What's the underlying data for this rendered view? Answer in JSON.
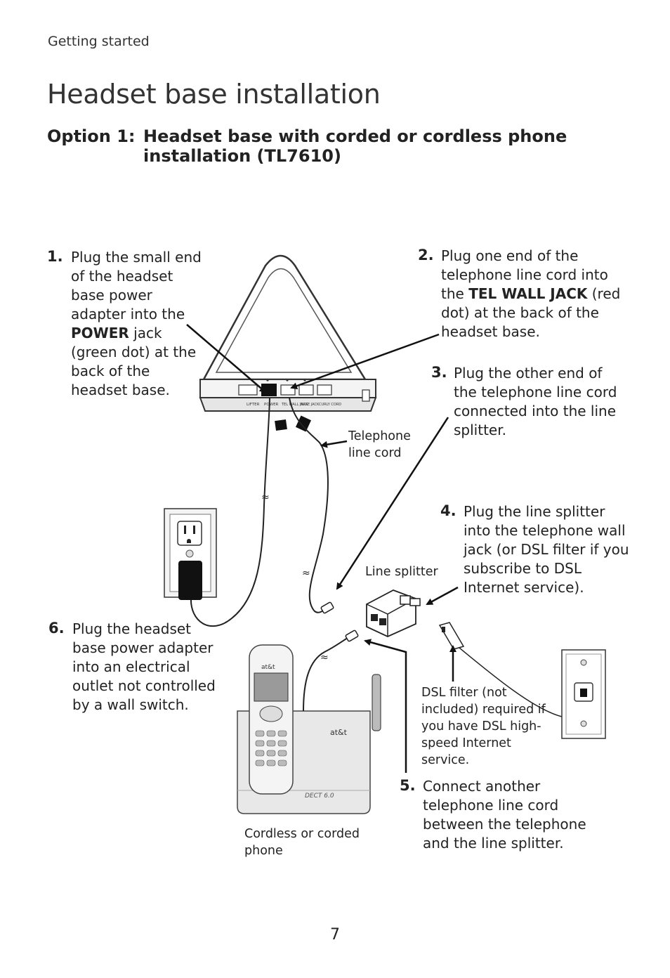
{
  "header": {
    "section": "Getting started"
  },
  "page": {
    "title": "Headset base installation",
    "option_label": "Option 1:",
    "option_text": "Headset base with corded or cordless phone installation (TL7610)",
    "number": "7"
  },
  "steps": [
    {
      "num": "1.",
      "pre": "Plug the small end of the headset base power adapter into the ",
      "bold": "POWER",
      "post": " jack (green dot) at the back of the headset base."
    },
    {
      "num": "2.",
      "pre": "Plug one end of the telephone line cord into the ",
      "bold": "TEL WALL JACK",
      "post": " (red dot) at the back of the headset base."
    },
    {
      "num": "3.",
      "pre": "Plug the other end of the telephone line cord connected into the line splitter.",
      "bold": "",
      "post": ""
    },
    {
      "num": "4.",
      "pre": "Plug the line splitter into the telephone wall jack (or DSL filter if you subscribe to DSL Internet service).",
      "bold": "",
      "post": ""
    },
    {
      "num": "5.",
      "pre": "Connect another telephone line cord between the telephone and the line splitter.",
      "bold": "",
      "post": ""
    },
    {
      "num": "6.",
      "pre": "Plug the headset base power adapter into an electrical outlet not controlled by a wall switch.",
      "bold": "",
      "post": ""
    }
  ],
  "captions": {
    "telephone_line_cord": "Telephone line cord",
    "line_splitter": "Line splitter",
    "dsl_filter": "DSL filter (not included) required if you have DSL high-speed Internet service.",
    "phone": "Cordless or corded phone"
  },
  "base_labels": {
    "lifter": "LIFTER",
    "power": "POWER",
    "tel_wall_jack": "TEL WALL JACK",
    "base_jack": "BASE JACK",
    "curly_cord": "CURLY CORD"
  },
  "phone_labels": {
    "brand": "at&t",
    "dect": "DECT 6.0"
  }
}
